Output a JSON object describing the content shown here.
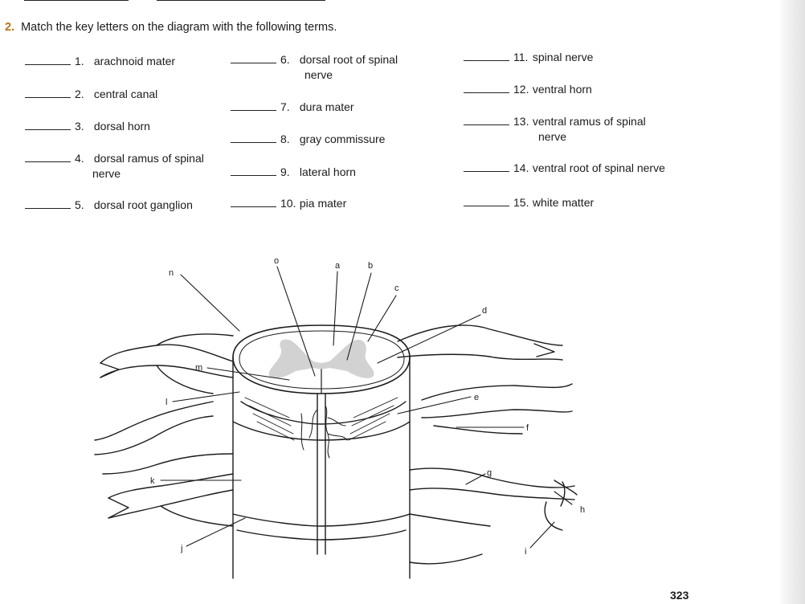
{
  "question": {
    "number": "2.",
    "text": "Match the key letters on the diagram with the following terms."
  },
  "terms": [
    {
      "num": "1.",
      "text": "arachnoid mater",
      "cont": ""
    },
    {
      "num": "2.",
      "text": "central canal",
      "cont": ""
    },
    {
      "num": "3.",
      "text": "dorsal horn",
      "cont": ""
    },
    {
      "num": "4.",
      "text": "dorsal ramus of spinal",
      "cont": "nerve"
    },
    {
      "num": "5.",
      "text": "dorsal root ganglion",
      "cont": ""
    },
    {
      "num": "6.",
      "text": "dorsal root of spinal",
      "cont": "nerve"
    },
    {
      "num": "7.",
      "text": "dura mater",
      "cont": ""
    },
    {
      "num": "8.",
      "text": "gray commissure",
      "cont": ""
    },
    {
      "num": "9.",
      "text": "lateral horn",
      "cont": ""
    },
    {
      "num": "10.",
      "text": "pia mater",
      "cont": ""
    },
    {
      "num": "11.",
      "text": "spinal nerve",
      "cont": ""
    },
    {
      "num": "12.",
      "text": "ventral horn",
      "cont": ""
    },
    {
      "num": "13.",
      "text": "ventral ramus of spinal",
      "cont": "nerve"
    },
    {
      "num": "14.",
      "text": "ventral root of spinal nerve",
      "cont": ""
    },
    {
      "num": "15.",
      "text": "white matter",
      "cont": ""
    }
  ],
  "diagram_labels": {
    "a": "a",
    "b": "b",
    "c": "c",
    "d": "d",
    "e": "e",
    "f": "f",
    "g": "g",
    "h": "h",
    "i": "i",
    "j": "j",
    "k": "k",
    "l": "l",
    "m": "m",
    "n": "n",
    "o": "o"
  },
  "page_number": "323"
}
